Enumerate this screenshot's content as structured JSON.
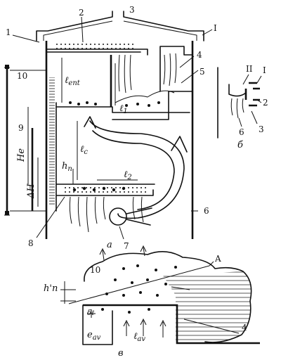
{
  "labels": {
    "n1_left": "1",
    "n1_right": "I",
    "n2": "2",
    "n3": "3",
    "n4": "4",
    "n5": "5",
    "n6": "6",
    "n7": "7",
    "n8": "8",
    "n9": "9",
    "n10": "10",
    "l_ent": "ℓ",
    "l_ent_sub": "ent",
    "l1": "ℓ",
    "l1_sub": "1",
    "lc": "ℓ",
    "lc_sub": "c",
    "hn": "h",
    "hn_sub": "п",
    "l2": "ℓ",
    "l2_sub": "2",
    "He": "Hе",
    "dH": "ΔH",
    "caption_a": "а"
  },
  "detail_b": {
    "n1": "I",
    "n2": "2",
    "n3": "3",
    "n6": "6",
    "n11": "II",
    "caption": "б"
  },
  "detail_c": {
    "A": "A",
    "n10": "10",
    "n4": "4",
    "hn": "h'п",
    "dl": "δℓ",
    "e1": "e",
    "e1_sub": "аv",
    "e2": "ℓ",
    "e2_sub": "аv",
    "caption": "в"
  }
}
